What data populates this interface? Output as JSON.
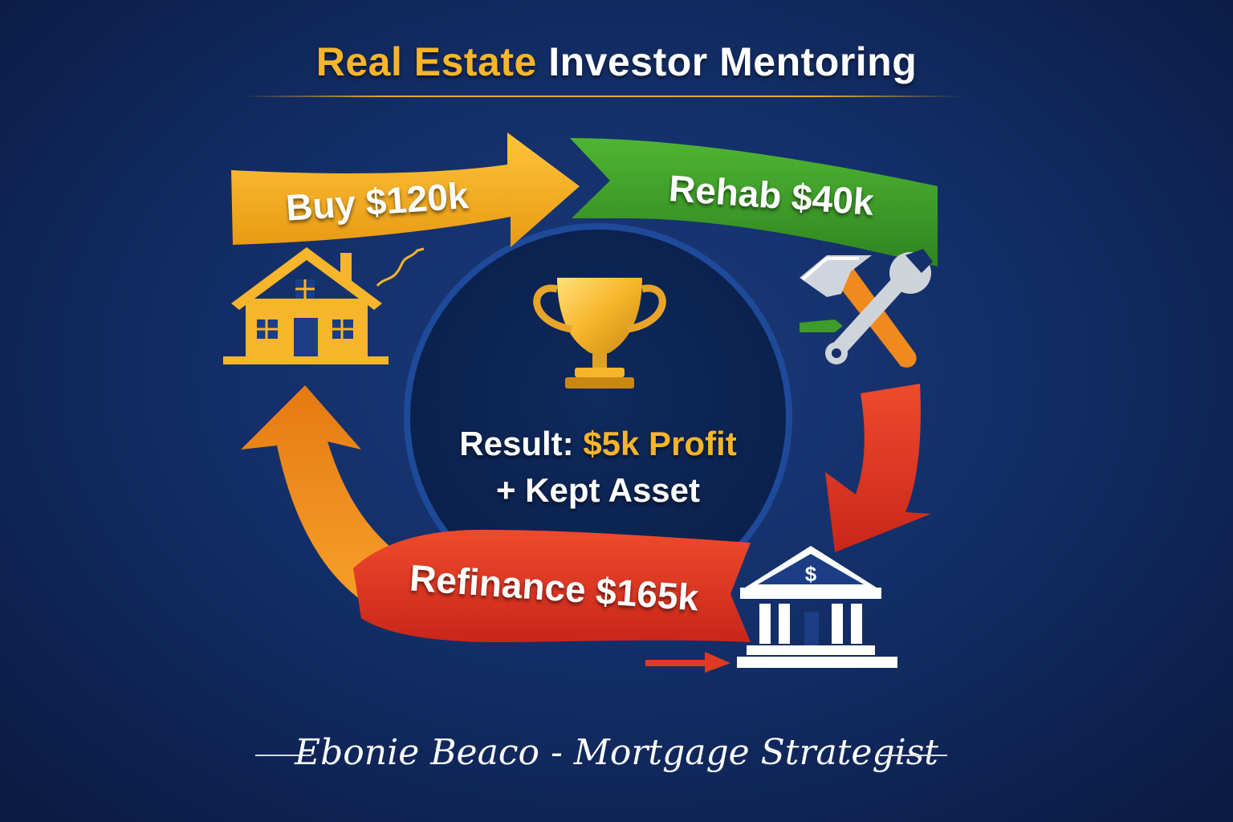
{
  "title": {
    "part1": "Real Estate",
    "part2": "Investor Mentoring"
  },
  "steps": {
    "buy": "Buy $120k",
    "rehab": "Rehab $40k",
    "refinance": "Refinance $165k"
  },
  "result": {
    "prefix": "Result:",
    "profit": "$5k Profit",
    "asset": "+ Kept Asset"
  },
  "signature": "Ebonie Beaco - Mortgage Strategist",
  "icons": [
    "house-icon",
    "trophy-icon",
    "hammer-wrench-icon",
    "bank-icon"
  ],
  "colors": {
    "background": "#14306a",
    "gold": "#f6b52a",
    "green": "#3f9b2a",
    "red": "#e03a22",
    "orange": "#f08a1c"
  }
}
